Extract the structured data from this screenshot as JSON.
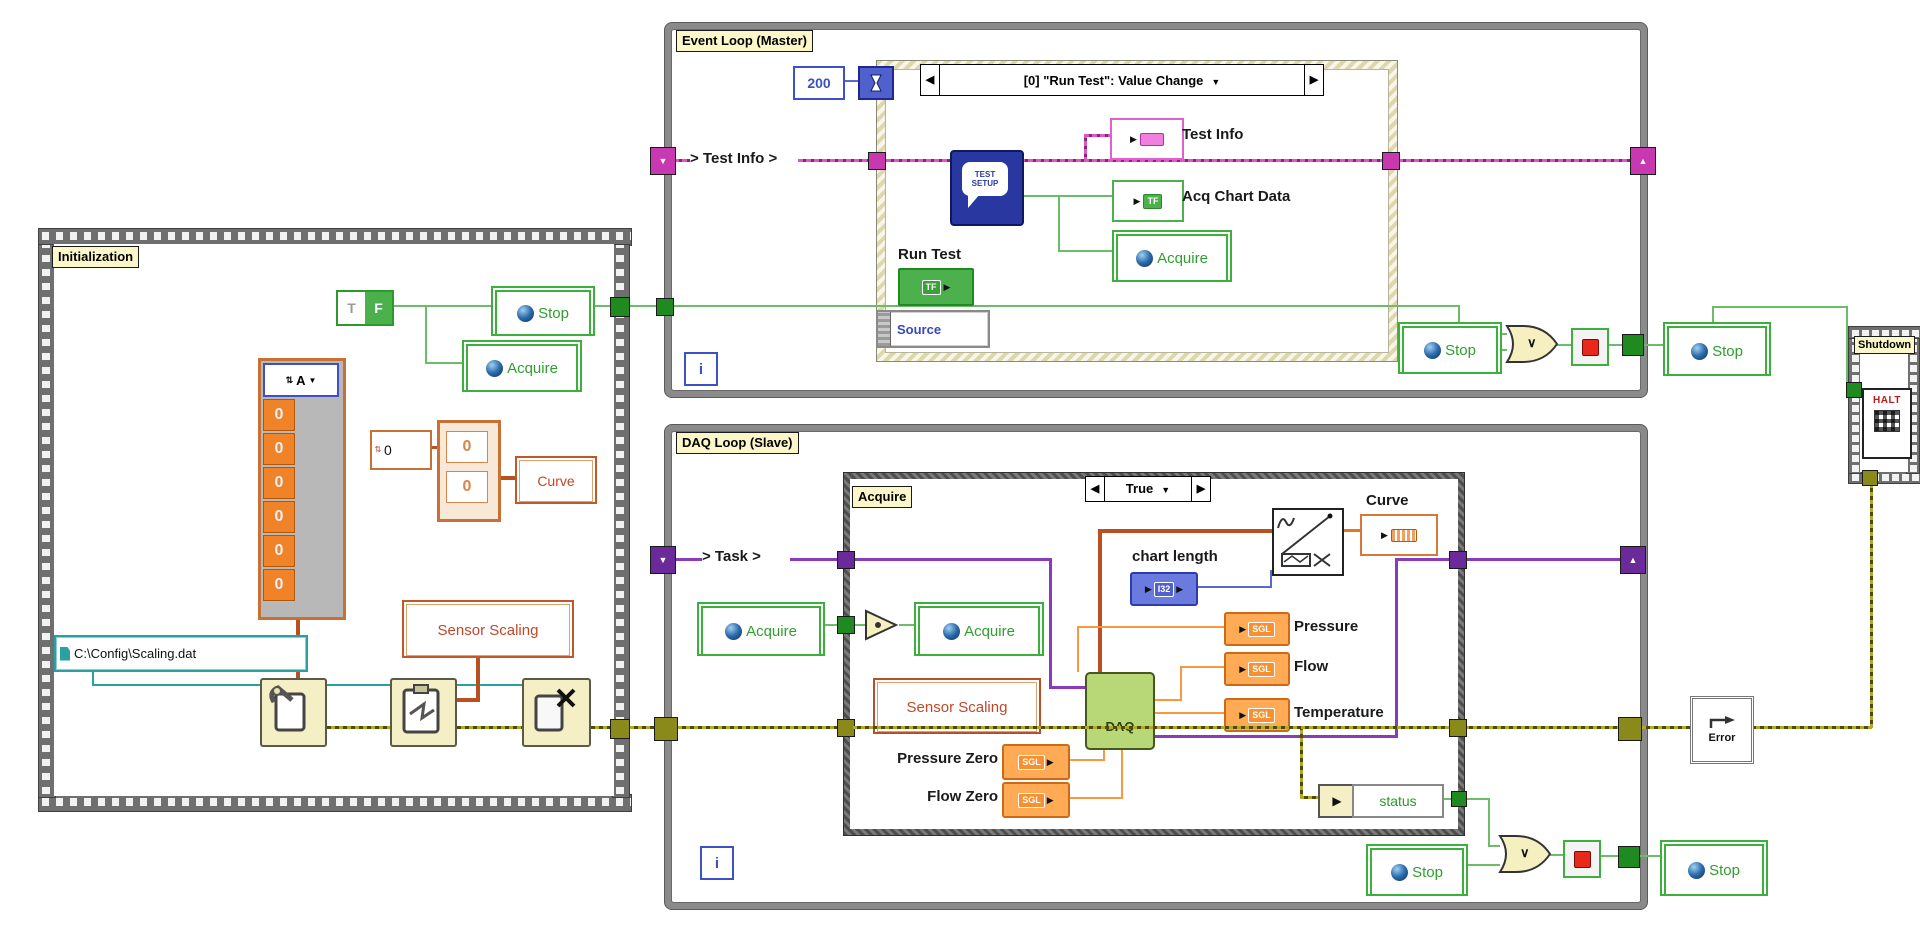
{
  "app": {
    "type": "LabVIEW block diagram"
  },
  "colors": {
    "boolean_green": "#3cb03c",
    "cluster_pink": "#e056c8",
    "task_purple": "#8a3cb8",
    "numeric_orange": "#ffaa55",
    "int_blue": "#6a7ade",
    "path_teal": "#2aa0a0",
    "error_olive": "#8a8a1a",
    "structure_gray": "#8a8a8a",
    "label_yellow": "#fbf7c8"
  },
  "glyphs": {
    "arrow_left": "◀",
    "arrow_right": "▶",
    "arrow_down": "▼",
    "sr_down": "▼",
    "sr_up": "▲",
    "or_symbol": "∨",
    "increment": "⇅",
    "tri_right": "▶"
  },
  "terminals": {
    "bool": "TF",
    "sgl": "SGL",
    "i32": "I32",
    "iteration": "i"
  },
  "initialization": {
    "label": "Initialization",
    "bool_const": {
      "t": "T",
      "f": "F"
    },
    "stop_global": "Stop",
    "acquire_global": "Acquire",
    "array": {
      "header": "A",
      "values": [
        "0",
        "0",
        "0",
        "0",
        "0",
        "0"
      ]
    },
    "num_const": "0",
    "cluster_values": [
      "0",
      "0"
    ],
    "curve_local": "Curve",
    "path_const": "C:\\Config\\Scaling.dat",
    "sensor_scaling_local": "Sensor Scaling"
  },
  "event_loop": {
    "label": "Event Loop (Master)",
    "timeout_const": "200",
    "event_case": "[0] \"Run Test\": Value Change",
    "test_info_wire": "> Test Info >",
    "test_setup_icon": {
      "line1": "TEST",
      "line2": "SETUP"
    },
    "test_info_indicator": "Test Info",
    "acq_chart_data_indicator": "Acq Chart Data",
    "acquire_global": "Acquire",
    "run_test_label": "Run Test",
    "source_node": "Source",
    "stop_global": "Stop",
    "stop_global_out": "Stop"
  },
  "daq_loop": {
    "label": "DAQ Loop (Slave)",
    "task_wire": "> Task >",
    "acquire_global": "Acquire",
    "acquire_local": "Acquire",
    "case_label": "Acquire",
    "case_selector": "True",
    "chart_length_label": "chart length",
    "curve_label": "Curve",
    "sensor_scaling_local": "Sensor Scaling",
    "daq_icon": "DAQ",
    "pressure_zero_label": "Pressure Zero",
    "flow_zero_label": "Flow Zero",
    "pressure_label": "Pressure",
    "flow_label": "Flow",
    "temperature_label": "Temperature",
    "status_label": "status",
    "stop_global": "Stop",
    "stop_global_out": "Stop"
  },
  "shutdown": {
    "label": "Shutdown",
    "halt_icon": "HALT"
  },
  "error_handler": {
    "label": "Error"
  }
}
